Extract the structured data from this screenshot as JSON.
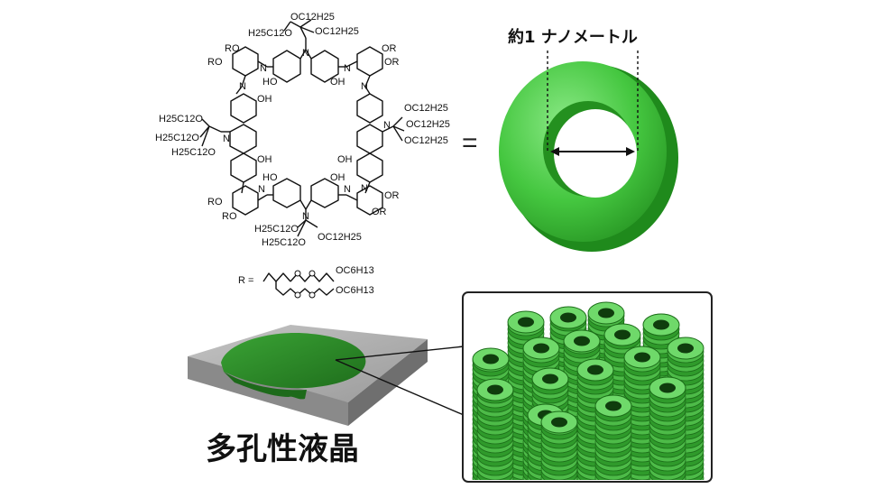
{
  "colors": {
    "ring_green": "#3fc23a",
    "ring_green_dark": "#1f7d1c",
    "ring_green_light": "#7fe07a",
    "plate_gray": "#a9a9a9",
    "film_green": "#2e8a2a"
  },
  "molecule": {
    "labels": {
      "oc12_top_a": "OC12H25",
      "h25c12o_top": "H25C12O",
      "oc12_top_b": "OC12H25",
      "ro_tl_1": "RO",
      "ro_tl_2": "RO",
      "or_tr_1": "OR",
      "or_tr_2": "OR",
      "n_top_left": "N",
      "n_top_right": "N",
      "n_core_top": "N",
      "ho_top_left": "HO",
      "oh_top_right": "OH",
      "n_left_upper": "N",
      "oh_left_upper": "OH",
      "h25c12o_left_a": "H25C12O",
      "h25c12o_left_b": "H25C12O",
      "h25c12o_left_c": "H25C12O",
      "n_core_left": "N",
      "oh_left_lower": "OH",
      "n_right_upper": "N",
      "oc12_right_a": "OC12H25",
      "oc12_right_b": "OC12H25",
      "oc12_right_c": "OC12H25",
      "n_core_right": "N",
      "oh_right_lower": "OH",
      "n_right_lower": "N",
      "ho_bottom_left": "HO",
      "oh_bottom_right": "OH",
      "ro_bl_1": "RO",
      "ro_bl_2": "RO",
      "or_br_1": "OR",
      "or_br_2": "OR",
      "n_bottom_left": "N",
      "n_bottom_right": "N",
      "n_core_bottom": "N",
      "h25c12o_bottom_a": "H25C12O",
      "h25c12o_bottom_b": "H25C12O",
      "oc12_bottom": "OC12H25"
    },
    "r_definition": {
      "prefix": "R =",
      "chain_top": "OC6H13",
      "chain_bottom": "OC6H13"
    }
  },
  "equals_sign": "=",
  "ring_size_label": "約1 ナノメートル",
  "material_label": "多孔性液晶"
}
